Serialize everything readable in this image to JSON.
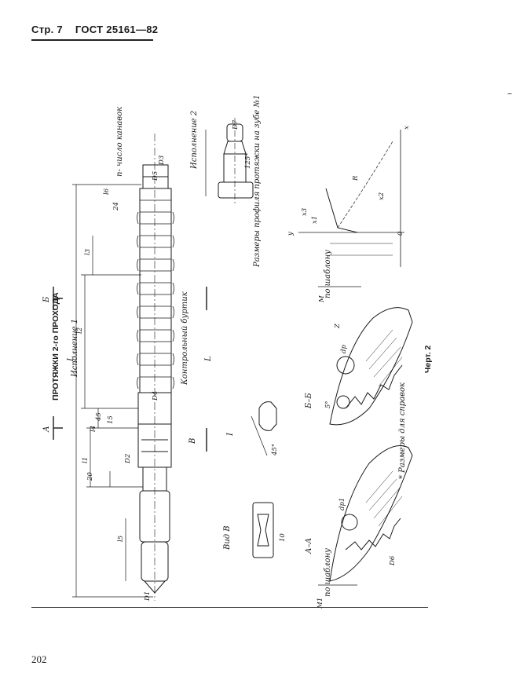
{
  "header": {
    "page_label": "Стр. 7",
    "standard": "ГОСТ 25161—82"
  },
  "page_number": "202",
  "side_mark": "–",
  "drawing": {
    "title": "ПРОТЯЖКИ 2-го ПРОХОДА",
    "variant_1": "Исполнение 1",
    "variant_2": "Исполнение 2",
    "section_aa": "А–А",
    "section_bb": "Б–Б",
    "section_a_mark": "А",
    "section_b_mark": "Б",
    "view_b": "Вид В",
    "detail_i": "I",
    "arrow_b": "В",
    "control_collar": "Контрольный буртик",
    "groove_count": "n- число канавок",
    "tooth_profile": "Размеры профиля протяжки на зубе №1",
    "roughness_footnote": "* Размеры для справок",
    "figure_label": "Черт. 2",
    "mfg_label": "по шаблону",
    "dims": {
      "L": "L",
      "l1": "l1",
      "l2": "l2",
      "l3": "l3",
      "l4": "l4",
      "l5": "l5",
      "l6": "l6",
      "d20": "20",
      "d45": "45",
      "d15": "15",
      "d4": "4",
      "d24": "24",
      "d125": "125*",
      "d10": "10",
      "angle45": "45°",
      "angle5": "5°",
      "D1": "D1",
      "D2": "D2",
      "D3": "D3",
      "D4": "D4",
      "D5": "D5",
      "D6": "D6",
      "D7": "D7",
      "R": "R",
      "x": "x",
      "y": "y",
      "x1": "x1",
      "x2": "x2",
      "x3": "x3",
      "y0": "0",
      "M1": "M1",
      "M": "M",
      "dp": "dp",
      "dp1": "dp1",
      "Z": "Z"
    }
  }
}
